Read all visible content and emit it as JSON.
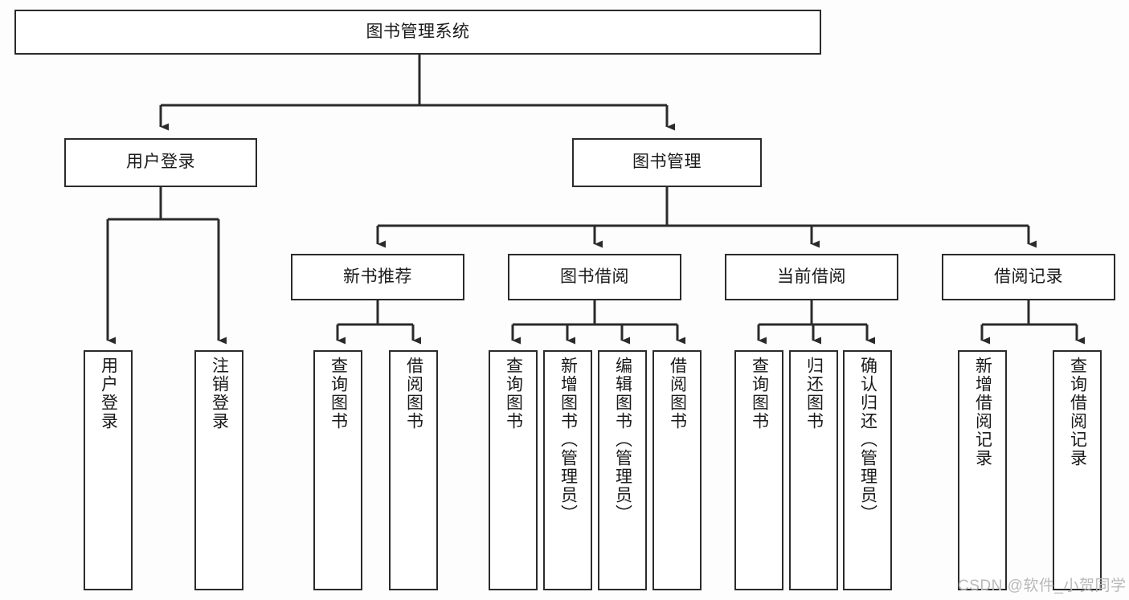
{
  "diagram": {
    "type": "tree",
    "title": "图书管理系统",
    "root": {
      "id": "root",
      "label": "图书管理系统"
    },
    "level2": [
      {
        "id": "user-login",
        "label": "用户登录"
      },
      {
        "id": "book-manage",
        "label": "图书管理"
      }
    ],
    "level3": [
      {
        "id": "new-book-rec",
        "label": "新书推荐"
      },
      {
        "id": "book-borrow",
        "label": "图书借阅"
      },
      {
        "id": "current-borrow",
        "label": "当前借阅"
      },
      {
        "id": "borrow-record",
        "label": "借阅记录"
      }
    ],
    "leaves": {
      "user_login": [
        {
          "id": "leaf-user-login",
          "label": "用户登录"
        },
        {
          "id": "leaf-logout",
          "label": "注销登录"
        }
      ],
      "new_book_rec": [
        {
          "id": "leaf-query-book-1",
          "label": "查询图书"
        },
        {
          "id": "leaf-borrow-book-1",
          "label": "借阅图书"
        }
      ],
      "book_borrow": [
        {
          "id": "leaf-query-book-2",
          "label": "查询图书"
        },
        {
          "id": "leaf-add-book",
          "label": "新增图书（管理员）"
        },
        {
          "id": "leaf-edit-book",
          "label": "编辑图书（管理员）"
        },
        {
          "id": "leaf-borrow-book-2",
          "label": "借阅图书"
        }
      ],
      "current_borrow": [
        {
          "id": "leaf-query-book-3",
          "label": "查询图书"
        },
        {
          "id": "leaf-return-book",
          "label": "归还图书"
        },
        {
          "id": "leaf-confirm-return",
          "label": "确认归还（管理员）"
        }
      ],
      "borrow_record": [
        {
          "id": "leaf-add-record",
          "label": "新增借阅记录"
        },
        {
          "id": "leaf-query-record",
          "label": "查询借阅记录"
        }
      ]
    },
    "colors": {
      "stroke": "#2b2b2b",
      "fill": "#ffffff",
      "text": "#1a1a1a",
      "background": "#fdfdfd",
      "watermark": "#b9b9b9"
    }
  },
  "watermark": {
    "text": "CSDN @软件_小贺同学"
  }
}
